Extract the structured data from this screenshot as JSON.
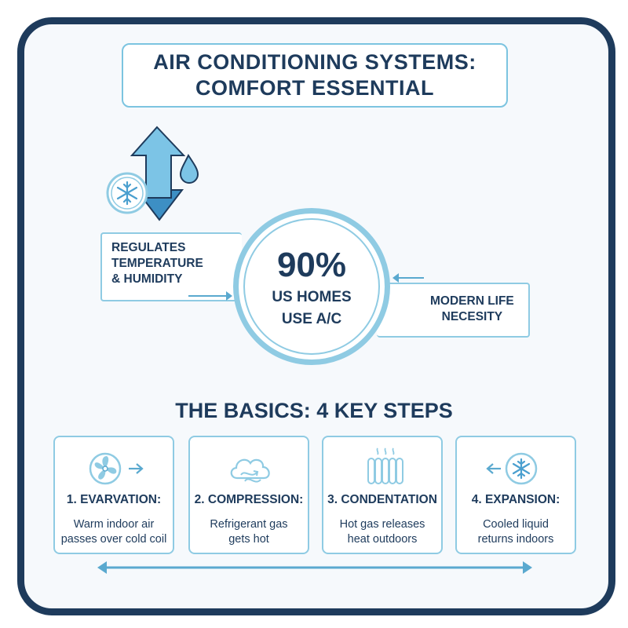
{
  "title": {
    "line1": "AIR CONDITIONING SYSTEMS:",
    "line2": "COMFORT ESSENTIAL"
  },
  "stat": {
    "value": "90%",
    "label_line1": "US HOMES",
    "label_line2": "USE A/C"
  },
  "left_callout": {
    "line1": "REGULATES",
    "line2": "TEMPERATURE",
    "line3": "& HUMIDITY"
  },
  "right_callout": {
    "line1": "MODERN LIFE",
    "line2": "NECESITY"
  },
  "section_title": "THE BASICS: 4 KEY STEPS",
  "steps": [
    {
      "title": "1. EVARVATION:",
      "desc_line1": "Warm indoor air",
      "desc_line2": "passes over cold coil",
      "icon": "fan-icon"
    },
    {
      "title": "2. COMPRESSION:",
      "desc_line1": "Refrigerant gas",
      "desc_line2": "gets hot",
      "icon": "cloud-arrows-icon"
    },
    {
      "title": "3. CONDENTATION",
      "desc_line1": "Hot gas releases",
      "desc_line2": "heat outdoors",
      "icon": "radiator-icon"
    },
    {
      "title": "4. EXPANSION:",
      "desc_line1": "Cooled liquid",
      "desc_line2": "returns indoors",
      "icon": "snowflake-icon"
    }
  ],
  "colors": {
    "navy": "#1e3b5c",
    "light_blue": "#8fcbe3",
    "mid_blue": "#5aa9cf"
  }
}
